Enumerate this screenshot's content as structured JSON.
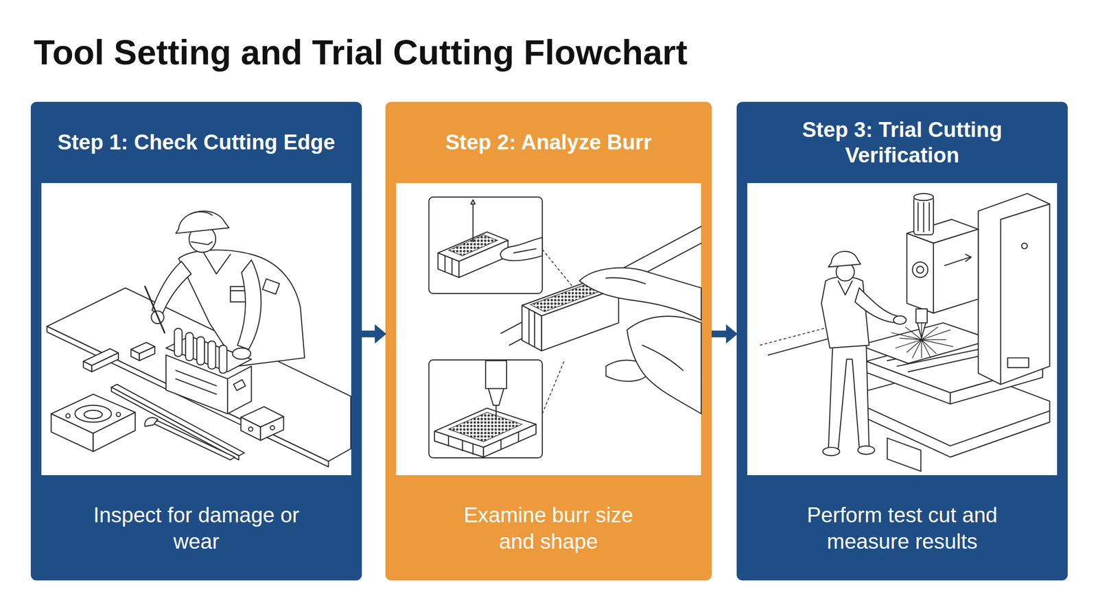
{
  "diagram": {
    "title": "Tool Setting and Trial Cutting Flowchart",
    "nodes": [
      {
        "text": [
          "Step 1: Check Cutting Edge",
          "Inspect for damage or wear"
        ]
      },
      {
        "text": [
          "Step 2: Analyze Burr",
          "Examine burr size and shape"
        ]
      },
      {
        "text": [
          "Step 3: Trial Cutting Verification",
          "Perform test cut and measure results"
        ]
      }
    ],
    "edges": [
      {
        "from": 0,
        "to": 1,
        "arrow": "to"
      },
      {
        "from": 1,
        "to": 2,
        "arrow": "to"
      }
    ]
  }
}
